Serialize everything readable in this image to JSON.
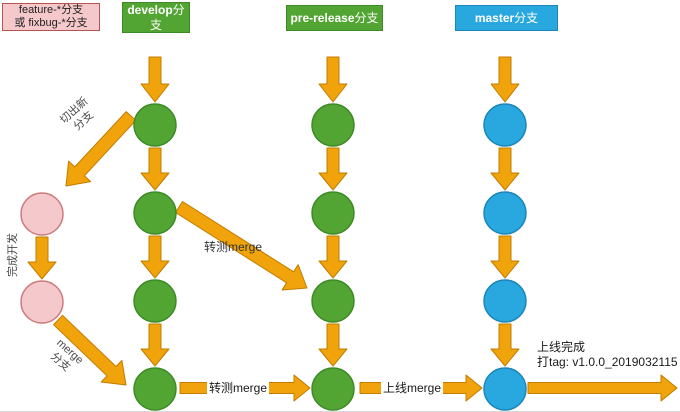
{
  "headers": {
    "feature": {
      "line1": "feature-*分支",
      "line2": "或 fixbug-*分支"
    },
    "develop": {
      "name": "develop",
      "suffix": "分支"
    },
    "pre_release": {
      "name": "pre-release",
      "suffix": "分支"
    },
    "master": {
      "name": "master",
      "suffix": "分支"
    }
  },
  "labels": {
    "cut_branch": {
      "line1": "切出新",
      "line2": "分支"
    },
    "finish_dev": "完成开发",
    "merge_branch": {
      "line1": "merge",
      "line2": "分支"
    },
    "test_merge_diag": "转测merge",
    "test_merge_bottom": "转测merge",
    "online_merge": "上线merge",
    "online_done": {
      "line1": "上线完成",
      "line2": "打tag: v1.0.0_2019032115"
    }
  },
  "nodes": {
    "develop_commits": 4,
    "pre_release_commits": 4,
    "master_commits": 4,
    "feature_commits": 2
  },
  "colors": {
    "arrow_fill": "#F0A30A",
    "arrow_stroke": "#C27C00",
    "green_fill": "#52A433",
    "green_stroke": "#3D8B26",
    "blue_fill": "#29A8DF",
    "blue_stroke": "#1B86B8",
    "pink_fill": "#F5C8CB",
    "pink_stroke": "#C97C7C",
    "pink_box_stroke": "#B85450"
  }
}
